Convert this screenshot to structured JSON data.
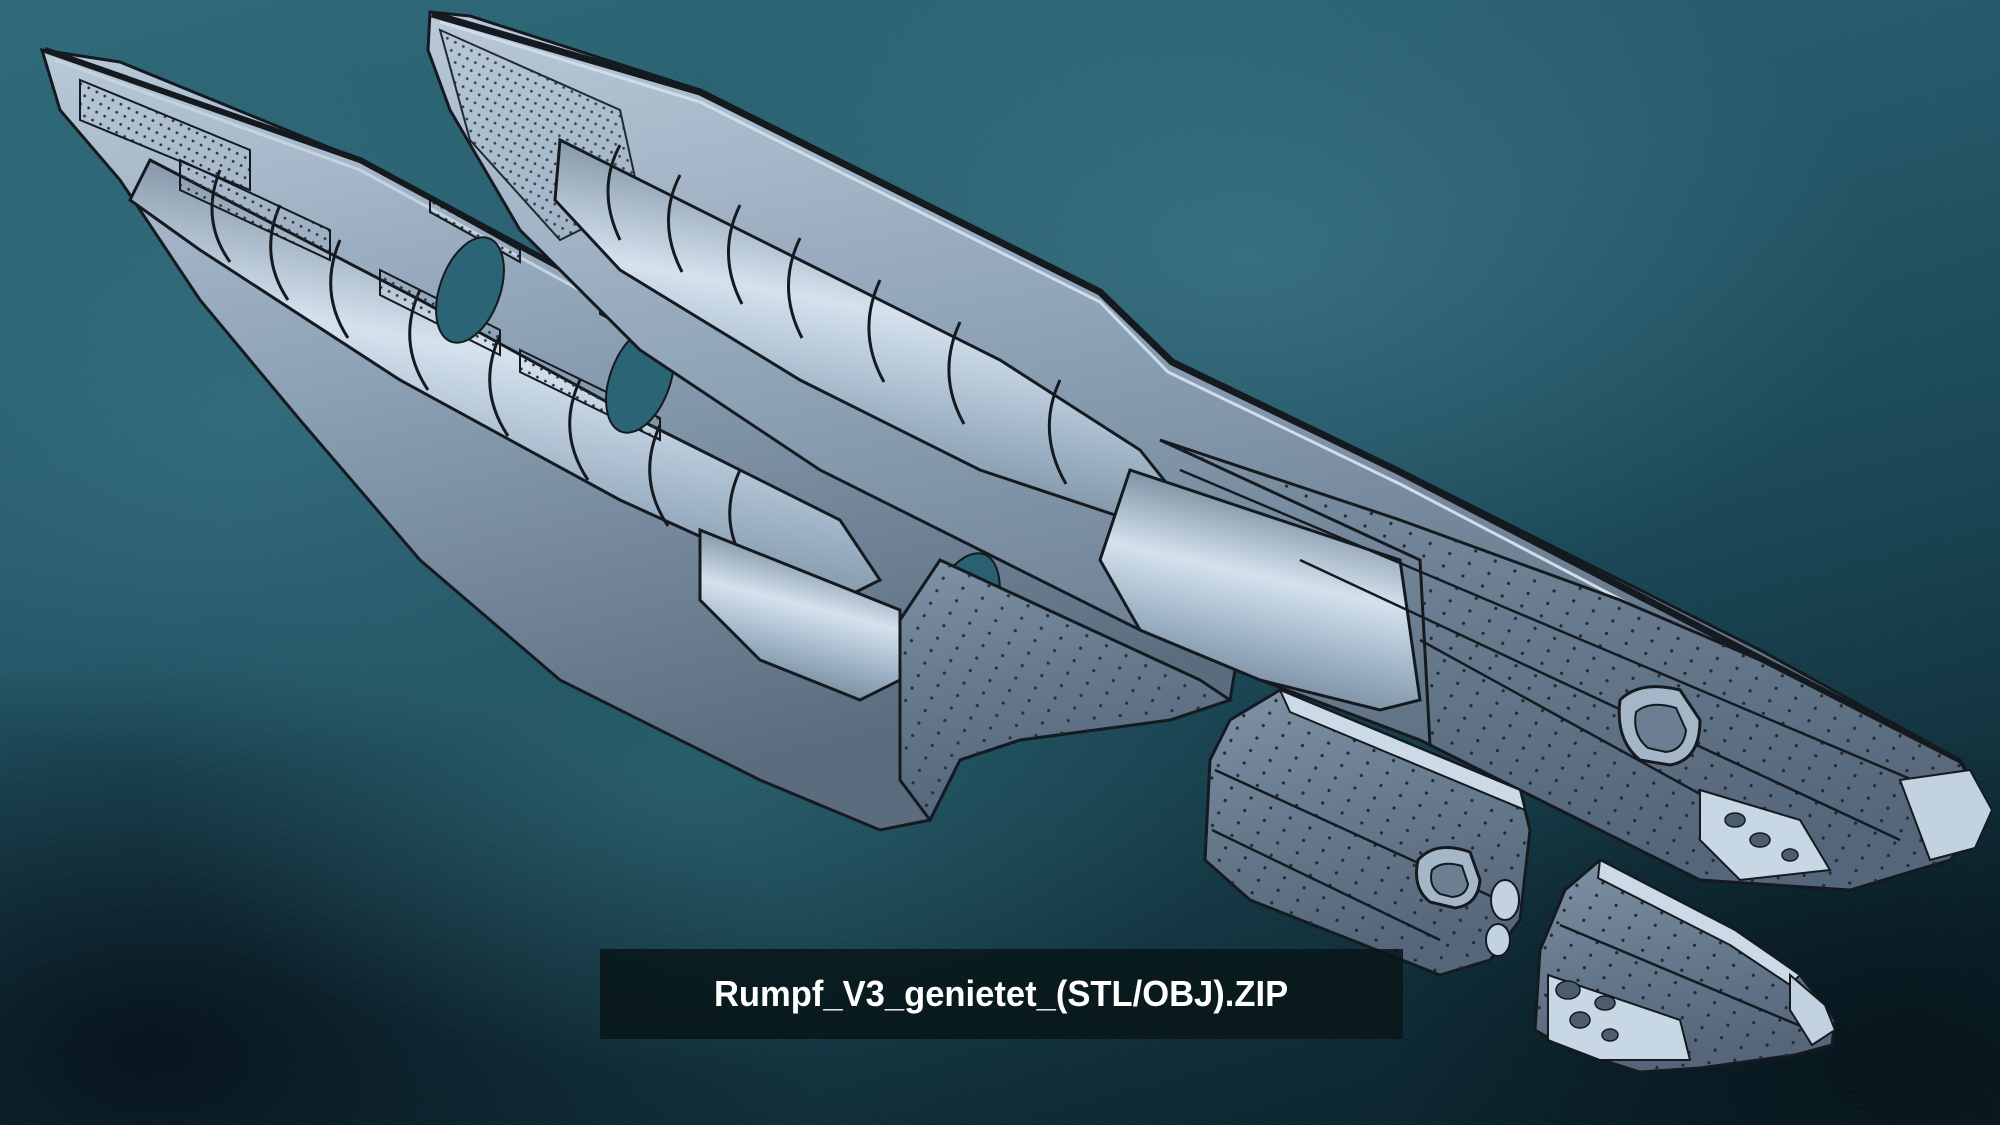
{
  "image": {
    "subject": "Exploded 3D CAD render of a riveted fuselage model (Rumpf), two hull halves with separated mid and nose sections",
    "background": {
      "style": "textured teal gradient",
      "colors": {
        "top_light": "#2f6b7a",
        "mid": "#1a4654",
        "bottom_dark": "#0a1e26"
      }
    },
    "model": {
      "surface_color": "#8fa3b8",
      "highlight_color": "#c9d8e6",
      "shadow_color": "#4c5d6e",
      "outline_color": "#141a20",
      "parts": [
        {
          "name": "left-hull-half",
          "description": "Open frame hull half with bulkheads, stringers and perforated longerons"
        },
        {
          "name": "right-hull-half",
          "description": "Riveted outer skin hull half with internal tube/fairing"
        },
        {
          "name": "mid-section",
          "description": "Separated riveted mid section with oval inspection hatch"
        },
        {
          "name": "nose-section",
          "description": "Separated riveted nose section with lightening holes"
        }
      ]
    }
  },
  "caption": {
    "text": "Rumpf_V3_genietet_(STL/OBJ).ZIP",
    "text_color": "#ffffff",
    "banner_color": "#081618"
  }
}
